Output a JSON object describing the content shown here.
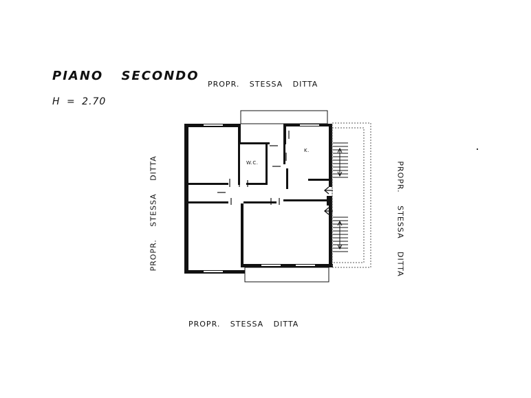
{
  "title": "PIANO SECONDO",
  "height_label": "H = 2.70",
  "neighbors": {
    "top": "PROPR. STESSA DITTA",
    "bottom": "PROPR. STESSA DITTA",
    "left": "PROPR. STESSA DITTA",
    "right": "PROPR. STESSA DITTA"
  },
  "rooms": {
    "wc": "W.C.",
    "kitchen": "K."
  },
  "colors": {
    "wall": "#111111",
    "stair_dashed": "#555555"
  }
}
